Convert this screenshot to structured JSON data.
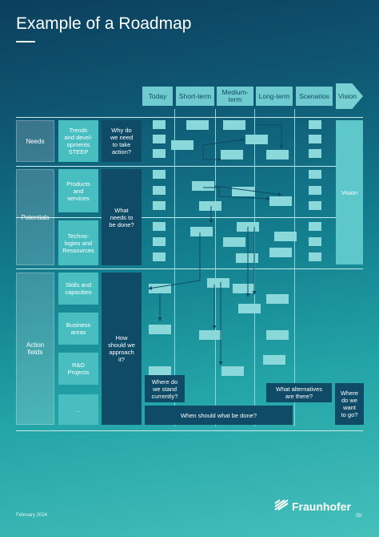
{
  "title": "Example of a Roadmap",
  "header": {
    "today": "Today",
    "short_term": "Short-term",
    "medium_term": "Medium-\nterm",
    "long_term": "Long-term",
    "scenarios": "Scenarios",
    "vision": "Vision"
  },
  "rows": {
    "needs": "Needs",
    "potentials": "Potentials",
    "action_fields": "Action\nfields"
  },
  "subs": {
    "trends": "Trends\nand devel-\nopments\nSTEEP",
    "products": "Products\nand\nservices",
    "technologies": "Techno-\nlogies and\nRessources",
    "skills": "Skills and\ncapacities",
    "business": "Business\nareas",
    "rnd": "R&D\nProjects",
    "ellipsis": "..."
  },
  "questions": {
    "why": "Why do\nwe need\nto take\naction?",
    "what": "What\nneeds to\nbe done?",
    "how": "How\nshould we\napproach\nit?"
  },
  "vision_block": "Vision",
  "bottom": {
    "where_stand": "Where do\nwe stand\ncurrently?",
    "alternatives": "What alternatives\nare there?",
    "where_go": "Where\ndo we\nwant\nto go?",
    "when": "When should what be done?"
  },
  "footer": {
    "date": "February 2024"
  },
  "logo": {
    "name": "Fraunhofer",
    "sub": "ISI"
  },
  "colors": {
    "accent": "#49bec1",
    "dark": "#0f4a66",
    "box": "#8ad8da"
  }
}
